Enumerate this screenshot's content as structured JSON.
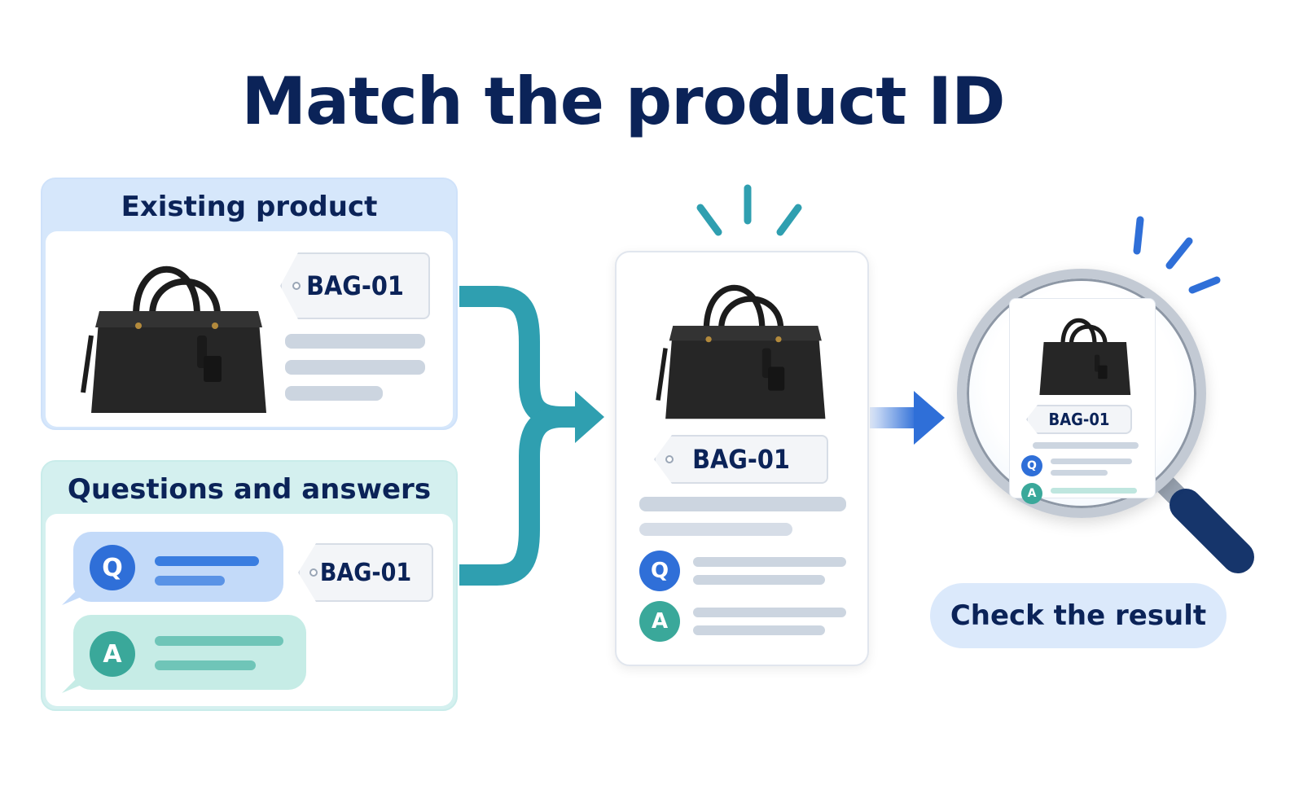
{
  "title": "Match the product ID",
  "existing_product": {
    "heading": "Existing product",
    "tag": "BAG-01"
  },
  "questions_answers": {
    "heading": "Questions and answers",
    "tag": "BAG-01",
    "q_letter": "Q",
    "a_letter": "A"
  },
  "matched_card": {
    "tag": "BAG-01",
    "q_letter": "Q",
    "a_letter": "A"
  },
  "magnifier": {
    "tag": "BAG-01",
    "q_letter": "Q",
    "a_letter": "A"
  },
  "result_label": "Check the result",
  "icons": [
    "handbag-icon",
    "tag-icon",
    "arrow-icon",
    "magnifier-icon",
    "sparkle-icon"
  ],
  "colors": {
    "navy": "#0b2358",
    "teal": "#2f9fb0",
    "blue": "#2f6fd8",
    "green": "#3aa89a"
  }
}
